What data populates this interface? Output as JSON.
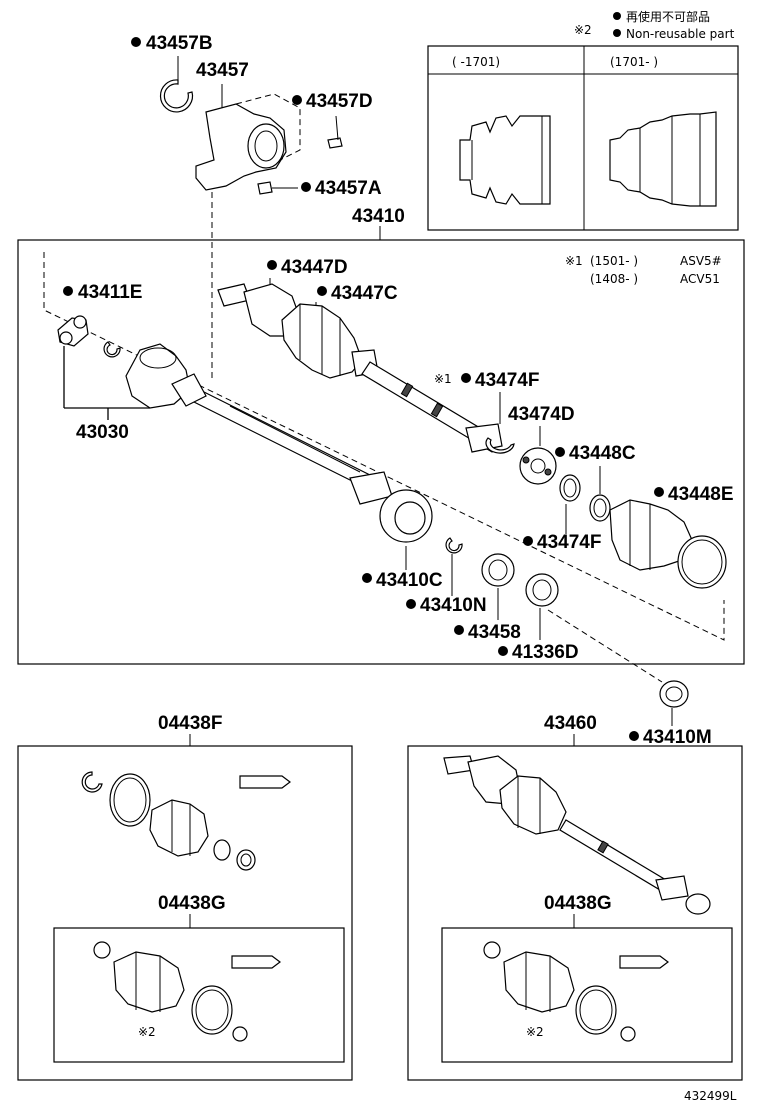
{
  "legend": {
    "note_mark": "※2",
    "items": [
      {
        "marker": "●",
        "text": "再使用不可部品"
      },
      {
        "marker": "●",
        "text": "Non-reusable part"
      }
    ],
    "table_headers": [
      "(        -1701)",
      "(1701-        )"
    ]
  },
  "group_labels": {
    "main": "43410",
    "sub_left": "04438F",
    "sub_left_inner": "04438G",
    "sub_right": "43460",
    "sub_right_inner": "04438G",
    "diagram_code": "432499L"
  },
  "applicability": [
    {
      "mark": "※1",
      "range": "(1501-      )",
      "model": "ASV5#"
    },
    {
      "mark": "",
      "range": "(1408-      )",
      "model": "ACV51"
    }
  ],
  "note_marks": {
    "boot_left": "※2",
    "boot_right": "※2",
    "clip": "※1"
  },
  "parts": [
    {
      "code": "43457B",
      "non_reusable": true
    },
    {
      "code": "43457",
      "non_reusable": false
    },
    {
      "code": "43457D",
      "non_reusable": true
    },
    {
      "code": "43457A",
      "non_reusable": true
    },
    {
      "code": "43411E",
      "non_reusable": true
    },
    {
      "code": "43030",
      "non_reusable": false
    },
    {
      "code": "43447D",
      "non_reusable": true
    },
    {
      "code": "43447C",
      "non_reusable": true
    },
    {
      "code": "43474F",
      "non_reusable": true
    },
    {
      "code": "43474D",
      "non_reusable": false
    },
    {
      "code": "43448C",
      "non_reusable": true
    },
    {
      "code": "43448E",
      "non_reusable": true
    },
    {
      "code": "43474F",
      "non_reusable": true
    },
    {
      "code": "43410C",
      "non_reusable": true
    },
    {
      "code": "43410N",
      "non_reusable": true
    },
    {
      "code": "43458",
      "non_reusable": true
    },
    {
      "code": "41336D",
      "non_reusable": true
    },
    {
      "code": "43410M",
      "non_reusable": true
    }
  ]
}
